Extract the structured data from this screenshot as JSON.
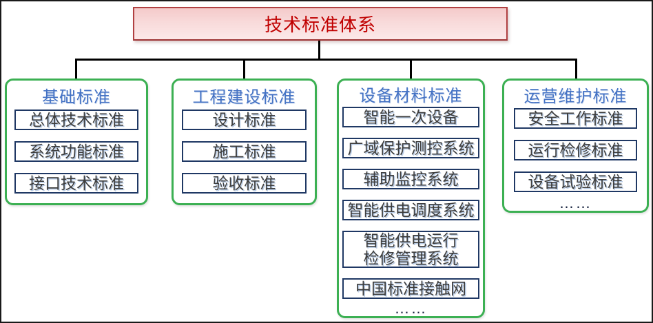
{
  "diagram": {
    "root": {
      "label": "技术标准体系"
    },
    "categories": [
      {
        "title": "基础标准",
        "items": [
          "总体技术标准",
          "系统功能标准",
          "接口技术标准"
        ]
      },
      {
        "title": "工程建设标准",
        "items": [
          "设计标准",
          "施工标准",
          "验收标准"
        ]
      },
      {
        "title": "设备材料标准",
        "items": [
          "智能一次设备",
          "广域保护测控系统",
          "辅助监控系统",
          "智能供电调度系统",
          {
            "line1": "智能供电运行",
            "line2": "检修管理系统"
          },
          "中国标准接触网"
        ],
        "ellipsis": "……"
      },
      {
        "title": "运营维护标准",
        "items": [
          "安全工作标准",
          "运行检修标准",
          "设备试验标准"
        ],
        "ellipsis": "……"
      }
    ],
    "colors": {
      "root_fill_top": "#f4caca",
      "root_fill_bottom": "#fce9e9",
      "root_border": "#b04041",
      "root_text": "#c00000",
      "category_border": "#3cb053",
      "category_title_text": "#4472c4",
      "item_border": "#1f3864",
      "item_text": "#3d3d3d",
      "connector": "#000000",
      "frame": "#1a1a1a"
    }
  }
}
